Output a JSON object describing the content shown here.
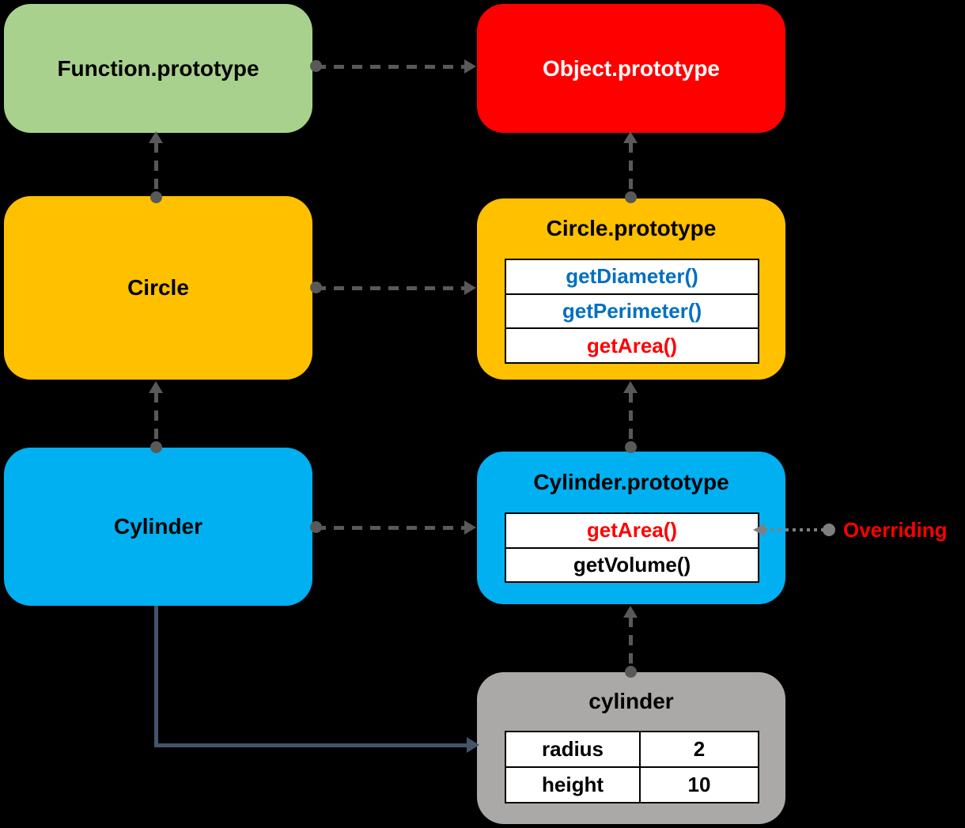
{
  "diagram": {
    "background": "#000000",
    "boxes": {
      "function_prototype": {
        "label": "Function.prototype",
        "color": "#A9D18E",
        "text_color": "#000000"
      },
      "object_prototype": {
        "label": "Object.prototype",
        "color": "#FE0000",
        "text_color": "#FFFFFF"
      },
      "circle": {
        "label": "Circle",
        "color": "#FFC000",
        "text_color": "#000000"
      },
      "circle_prototype": {
        "label": "Circle.prototype",
        "color": "#FFC000",
        "text_color": "#000000",
        "methods": [
          {
            "name": "getDiameter()",
            "color": "#0070C0"
          },
          {
            "name": "getPerimeter()",
            "color": "#0070C0"
          },
          {
            "name": "getArea()",
            "color": "#FF0000"
          }
        ]
      },
      "cylinder_class": {
        "label": "Cylinder",
        "color": "#00B0F0",
        "text_color": "#000000"
      },
      "cylinder_prototype": {
        "label": "Cylinder.prototype",
        "color": "#00B0F0",
        "text_color": "#000000",
        "methods": [
          {
            "name": "getArea()",
            "color": "#FF0000"
          },
          {
            "name": "getVolume()",
            "color": "#000000"
          }
        ]
      },
      "cylinder_instance": {
        "label": "cylinder",
        "color": "#ABA8A8",
        "text_color": "#000000",
        "properties": [
          {
            "key": "radius",
            "value": "2"
          },
          {
            "key": "height",
            "value": "10"
          }
        ]
      }
    },
    "annotations": {
      "overriding": {
        "label": "Overriding",
        "color": "#FF0000"
      }
    },
    "arrow_colors": {
      "dashed": "#595959",
      "solid": "#44546A",
      "dotted": "#7F7F7F"
    }
  }
}
